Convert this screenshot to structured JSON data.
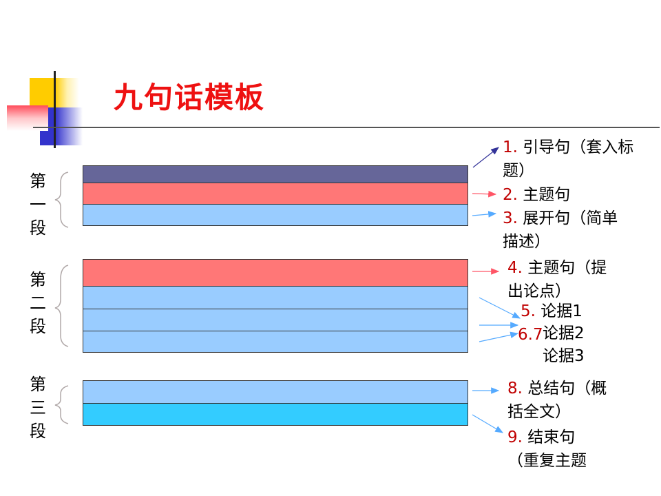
{
  "title": "九句话模板",
  "colors": {
    "title": "#ee1111",
    "number": "#c00000",
    "bar_navy": "#666699",
    "bar_red": "#ff7777",
    "bar_lightblue": "#99ccff",
    "bar_cyan": "#33ccff",
    "deco_yellow": "#ffcc00",
    "deco_blue": "#3333cc",
    "deco_red": "#ff4b5a"
  },
  "paragraphs": [
    {
      "label": [
        "第",
        "一",
        "段"
      ]
    },
    {
      "label": [
        "第",
        "二",
        "段"
      ]
    },
    {
      "label": [
        "第",
        "三",
        "段"
      ]
    }
  ],
  "notes": {
    "n1": {
      "num": "1.",
      "line1": " 引导句（套入标",
      "line2": "题）"
    },
    "n2": {
      "num": "2.",
      "text": " 主题句"
    },
    "n3": {
      "num": "3.",
      "line1": " 展开句（简单",
      "line2": "描述）"
    },
    "n4": {
      "num": "4.",
      "line1": " 主题句（提",
      "line2": "出论点）"
    },
    "n5": {
      "num": "5.",
      "text": " 论据1"
    },
    "n67": {
      "num": "6.7",
      "text": "论据2"
    },
    "n67b": {
      "text": "论据3"
    },
    "n8": {
      "num": "8.",
      "line1": " 总结句（概",
      "line2": "括全文）"
    },
    "n9": {
      "num": "9.",
      "line1": " 结束句",
      "line2": "（重复主题"
    }
  }
}
